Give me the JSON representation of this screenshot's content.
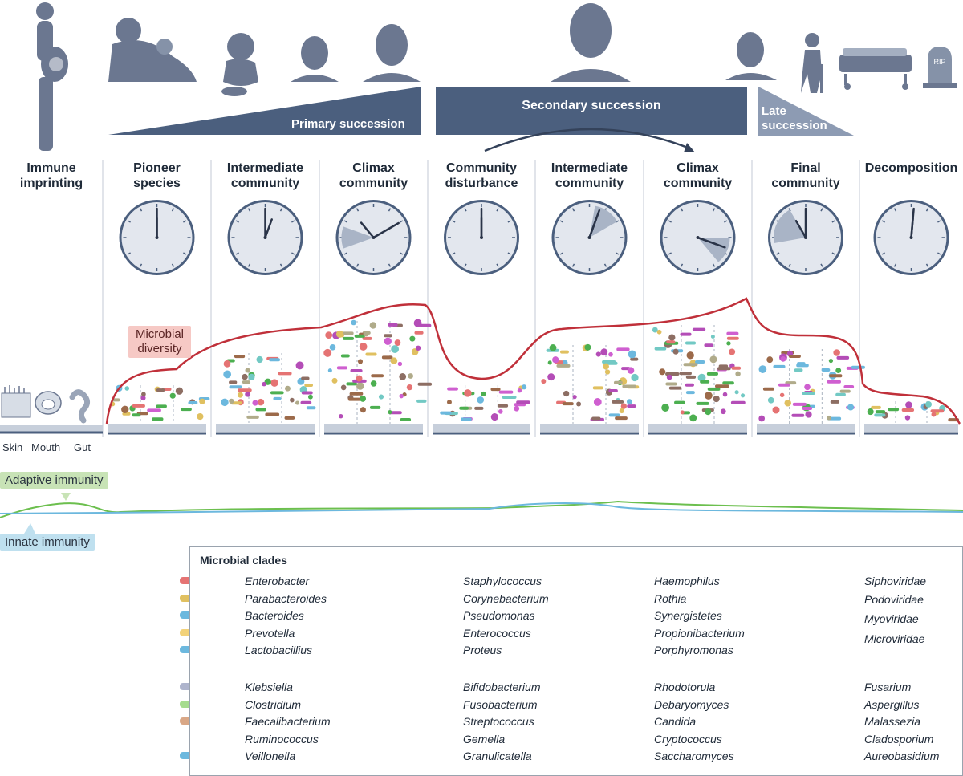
{
  "banners": {
    "primary": "Primary succession",
    "secondary": "Secondary succession",
    "late": "Late\nsuccession"
  },
  "stages": [
    {
      "label": "Immune\nimprinting"
    },
    {
      "label": "Pioneer\nspecies"
    },
    {
      "label": "Intermediate\ncommunity"
    },
    {
      "label": "Climax\ncommunity"
    },
    {
      "label": "Community\ndisturbance"
    },
    {
      "label": "Intermediate\ncommunity"
    },
    {
      "label": "Climax\ncommunity"
    },
    {
      "label": "Final\ncommunity"
    },
    {
      "label": "Decomposition"
    }
  ],
  "diversity_label": "Microbial\ndiversity",
  "sites": [
    "Skin",
    "Mouth",
    "Gut"
  ],
  "immunity": {
    "adaptive": "Adaptive immunity",
    "innate": "Innate immunity"
  },
  "gravestone_text": "RIP",
  "colors": {
    "banner": "#4b5f7e",
    "banner_light": "#8d9bb3",
    "diversity_curve": "#c0303a",
    "adaptive_curve": "#6cbf4e",
    "innate_curve": "#6cb8de",
    "silhouette": "#6b7790"
  },
  "legend": {
    "title": "Microbial clades",
    "columns": [
      [
        "Enterobacter",
        "Parabacteroides",
        "Bacteroides",
        "Prevotella",
        "Lactobacillius",
        "Klebsiella",
        "Clostridium",
        "Faecalibacterium",
        "Ruminococcus",
        "Veillonella"
      ],
      [
        "Staphylococcus",
        "Corynebacterium",
        "Pseudomonas",
        "Enterococcus",
        "Proteus",
        "Bifidobacterium",
        "Fusobacterium",
        "Streptococcus",
        "Gemella",
        "Granulicatella"
      ],
      [
        "Haemophilus",
        "Rothia",
        "Synergistetes",
        "Propionibacterium",
        "Porphyromonas",
        "Rhodotorula",
        "Debaryomyces",
        "Candida",
        "Cryptococcus",
        "Saccharomyces"
      ],
      [
        "Siphoviridae",
        "Podoviridae",
        "Myoviridae",
        "Microviridae",
        "Fusarium",
        "Aspergillus",
        "Malassezia",
        "Cladosporium",
        "Aureobasidium"
      ]
    ]
  }
}
